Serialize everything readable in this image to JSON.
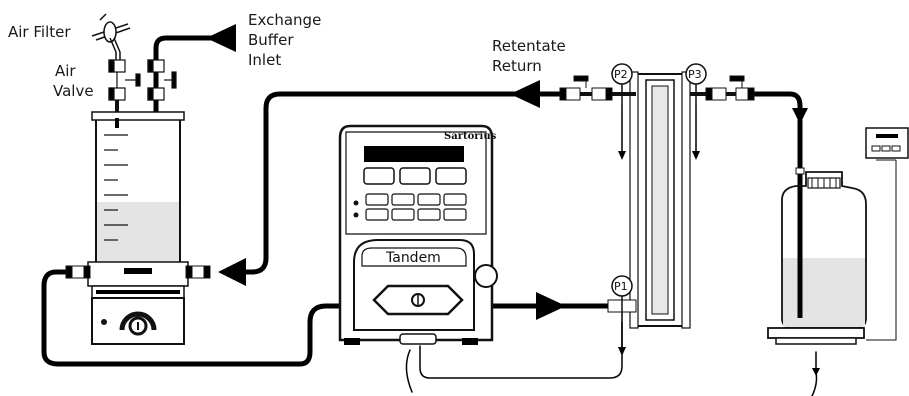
{
  "labels": {
    "air_filter": "Air Filter",
    "air_valve_1": "Air",
    "air_valve_2": "Valve",
    "exchange_1": "Exchange",
    "exchange_2": "Buffer",
    "exchange_3": "Inlet",
    "retentate_1": "Retentate",
    "retentate_2": "Return"
  },
  "gauges": {
    "p1": "P1",
    "p2": "P2",
    "p3": "P3"
  },
  "branding": {
    "pump_maker": "Sartorius",
    "pump_model": "Tandem"
  },
  "colors": {
    "line": "#111111",
    "tubing": "#000000",
    "liquid": "#e4e4e4",
    "background": "#ffffff"
  }
}
